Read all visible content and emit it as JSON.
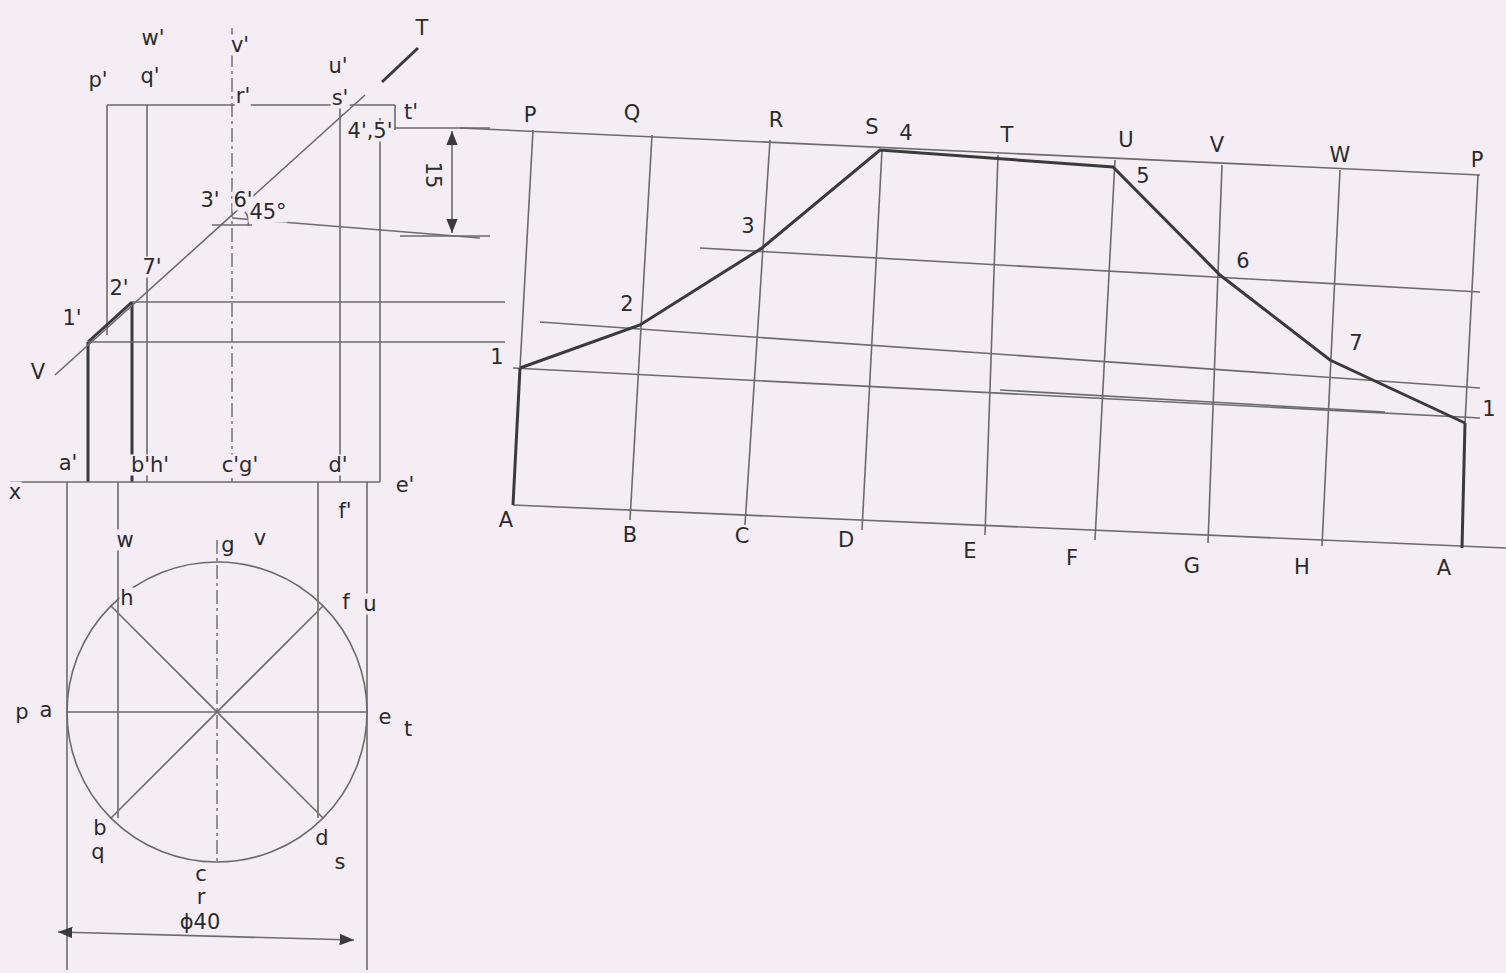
{
  "diagram": {
    "labels": [
      "p'",
      "w'",
      "q'",
      "v'",
      "r'",
      "u'",
      "s'",
      "T",
      "t'",
      "4',5'",
      "3'",
      "6'",
      "45°",
      "2'",
      "7'",
      "1'",
      "V",
      "a'",
      "b'h'",
      "c'g'",
      "d'",
      "e'",
      "f'",
      "x",
      "15",
      "w",
      "g",
      "v",
      "h",
      "f",
      "u",
      "p",
      "a",
      "e",
      "t",
      "b",
      "q",
      "c",
      "r",
      "d",
      "s",
      "ϕ40",
      "P",
      "Q",
      "R",
      "S",
      "4",
      "T",
      "U",
      "V",
      "W",
      "P",
      "1",
      "2",
      "3",
      "5",
      "6",
      "7",
      "1",
      "A",
      "B",
      "C",
      "D",
      "E",
      "F",
      "G",
      "H",
      "A"
    ]
  }
}
